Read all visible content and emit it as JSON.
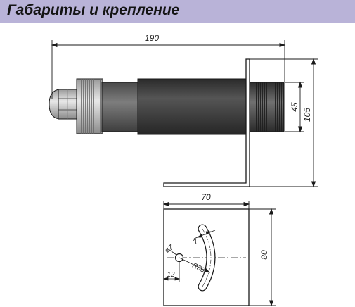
{
  "header": {
    "title": "Габариты и крепление"
  },
  "dimensions": {
    "overall_length": "190",
    "thread_height": "45",
    "bracket_height": "105",
    "plate_width": "70",
    "plate_height": "80",
    "slot_width": "7",
    "hole_diameter": "ø7",
    "slot_radius": "R30",
    "hole_offset": "12"
  },
  "colors": {
    "header_bg": "#b9b3d8",
    "body_dark": "#3f3f3f",
    "body_mid": "#6a6a6a",
    "line": "#1a1a1a"
  }
}
